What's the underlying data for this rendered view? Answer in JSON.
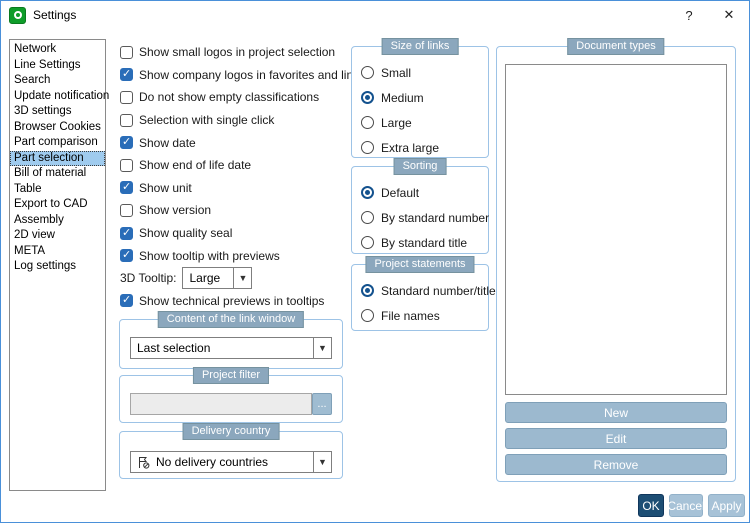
{
  "window": {
    "title": "Settings",
    "help_label": "?",
    "close_label": "✕"
  },
  "sidebar": {
    "items": [
      {
        "label": "Network",
        "selected": false
      },
      {
        "label": "Line Settings",
        "selected": false
      },
      {
        "label": "Search",
        "selected": false
      },
      {
        "label": "Update notification",
        "selected": false
      },
      {
        "label": "3D settings",
        "selected": false
      },
      {
        "label": "Browser Cookies",
        "selected": false
      },
      {
        "label": "Part comparison",
        "selected": false
      },
      {
        "label": "Part selection",
        "selected": true
      },
      {
        "label": "Bill of material",
        "selected": false
      },
      {
        "label": "Table",
        "selected": false
      },
      {
        "label": "Export to CAD",
        "selected": false
      },
      {
        "label": "Assembly",
        "selected": false
      },
      {
        "label": "2D view",
        "selected": false
      },
      {
        "label": "META",
        "selected": false
      },
      {
        "label": "Log settings",
        "selected": false
      }
    ]
  },
  "checkboxes": [
    {
      "label": "Show small logos in project selection",
      "checked": false
    },
    {
      "label": "Show company logos in favorites and links",
      "checked": true
    },
    {
      "label": "Do not show empty classifications",
      "checked": false
    },
    {
      "label": "Selection with single click",
      "checked": false
    },
    {
      "label": "Show date",
      "checked": true
    },
    {
      "label": "Show end of life date",
      "checked": false
    },
    {
      "label": "Show unit",
      "checked": true
    },
    {
      "label": "Show version",
      "checked": false
    },
    {
      "label": "Show quality seal",
      "checked": true
    },
    {
      "label": "Show tooltip with previews",
      "checked": true
    },
    {
      "label": "Show technical previews in tooltips",
      "checked": true
    }
  ],
  "tooltip_row": {
    "label": "3D Tooltip:",
    "value": "Large"
  },
  "link_window": {
    "title": "Content of the link window",
    "value": "Last selection"
  },
  "project_filter": {
    "title": "Project filter",
    "value": "",
    "browse_label": "..."
  },
  "delivery_country": {
    "title": "Delivery country",
    "value": "No delivery countries"
  },
  "size_of_links": {
    "title": "Size of links",
    "options": [
      {
        "label": "Small",
        "selected": false
      },
      {
        "label": "Medium",
        "selected": true
      },
      {
        "label": "Large",
        "selected": false
      },
      {
        "label": "Extra large",
        "selected": false
      }
    ]
  },
  "sorting": {
    "title": "Sorting",
    "options": [
      {
        "label": "Default",
        "selected": true
      },
      {
        "label": "By standard number",
        "selected": false
      },
      {
        "label": "By standard title",
        "selected": false
      }
    ]
  },
  "project_statements": {
    "title": "Project statements",
    "options": [
      {
        "label": "Standard number/title",
        "selected": true
      },
      {
        "label": "File names",
        "selected": false
      }
    ]
  },
  "document_types": {
    "title": "Document types",
    "items": [],
    "new_label": "New",
    "edit_label": "Edit",
    "remove_label": "Remove"
  },
  "footer": {
    "ok_label": "OK",
    "cancel_label": "Cancel",
    "apply_label": "Apply"
  },
  "colors": {
    "accent_checkbox_blue": "#2a6db8",
    "radio_blue": "#14528e",
    "group_border": "#9dc3e6",
    "group_header_bg": "#8ba7bd",
    "side_selection_bg": "#9fcbee",
    "button_bg": "#9cb9cf",
    "ok_bg": "#1d4e74",
    "app_icon_green": "#0f9d2a"
  }
}
